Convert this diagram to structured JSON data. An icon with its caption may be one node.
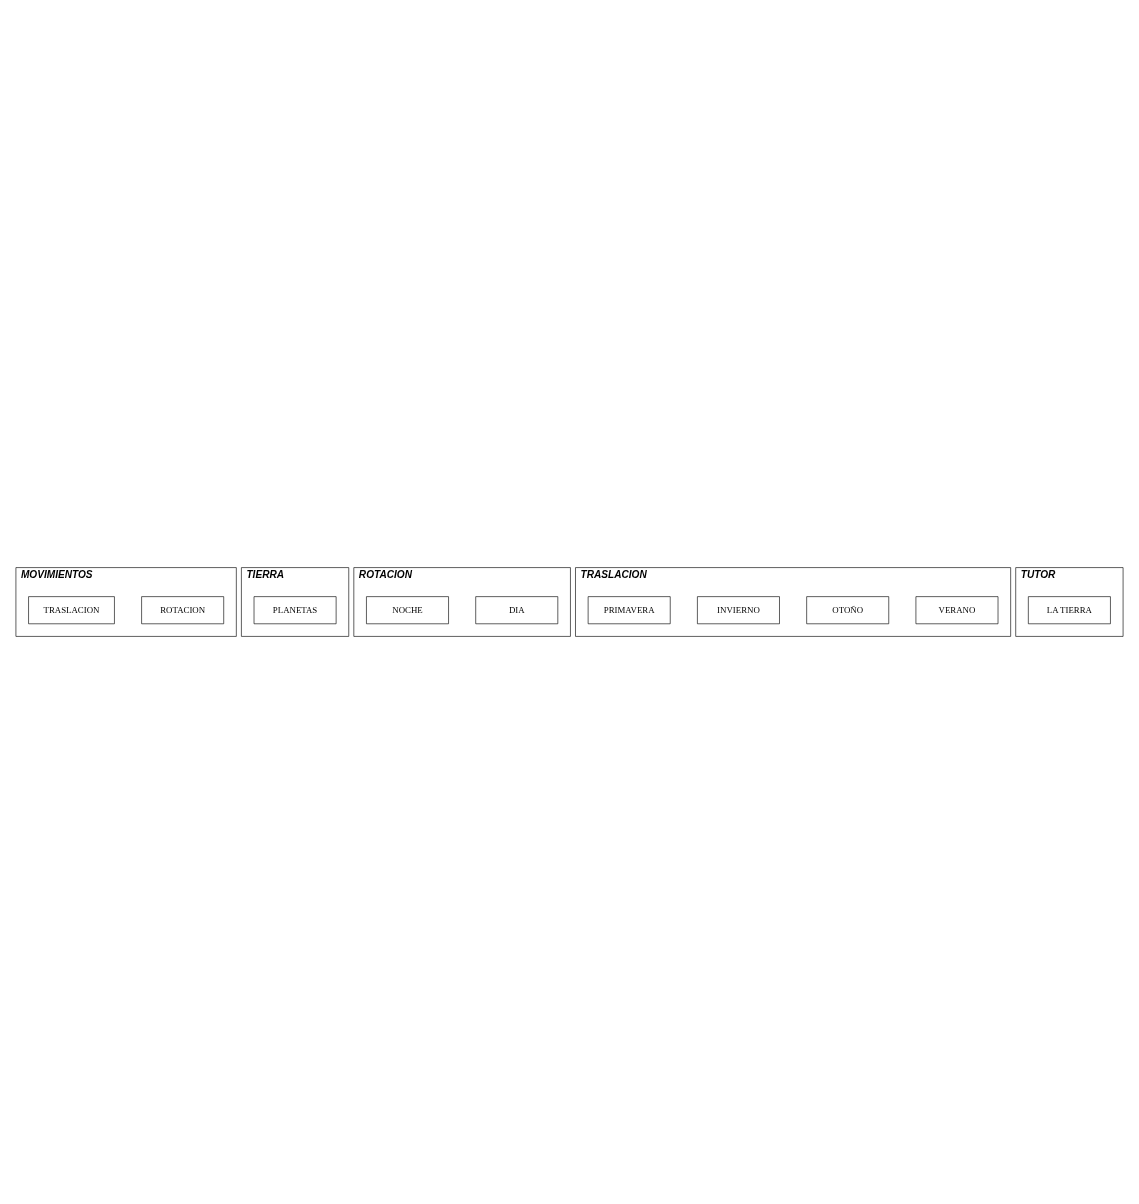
{
  "diagram": {
    "nodes": [
      {
        "text": [
          "MOVIMIENTOS"
        ]
      },
      {
        "text": [
          "ROTACION"
        ],
        "in": 0
      },
      {
        "text": [
          "TRASLACION"
        ],
        "in": 0
      },
      {
        "text": [
          "TIERRA"
        ]
      },
      {
        "text": [
          "PLANETAS"
        ],
        "in": 3
      },
      {
        "text": [
          "ROTACION"
        ]
      },
      {
        "text": [
          "DIA"
        ],
        "in": 5
      },
      {
        "text": [
          "NOCHE"
        ],
        "in": 5
      },
      {
        "text": [
          "TRASLACION"
        ]
      },
      {
        "text": [
          "VERANO"
        ],
        "in": 8
      },
      {
        "text": [
          "OTOÑO"
        ],
        "in": 8
      },
      {
        "text": [
          "INVIERNO"
        ],
        "in": 8
      },
      {
        "text": [
          "PRIMAVERA"
        ],
        "in": 8
      },
      {
        "text": [
          "TUTOR"
        ]
      },
      {
        "text": [
          "LA TIERRA"
        ],
        "in": 13
      }
    ],
    "edges": []
  }
}
